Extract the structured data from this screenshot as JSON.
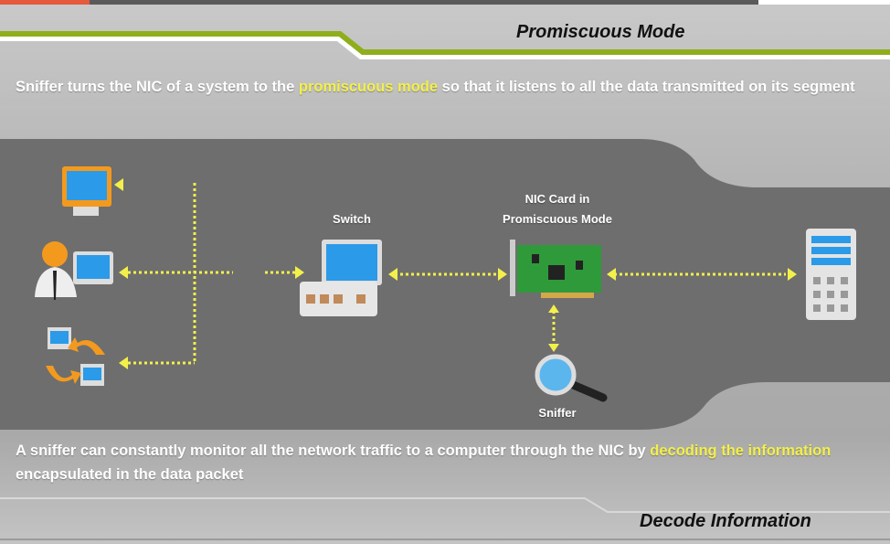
{
  "header": {
    "title": "Promiscuous Mode"
  },
  "intro": {
    "text_before": "Sniffer turns the NIC of a system to the ",
    "highlight": "promiscuous mode",
    "text_after": " so that it listens to all the data transmitted on its segment"
  },
  "diagram": {
    "switch_label": "Switch",
    "nic_label_line1": "NIC Card in",
    "nic_label_line2": "Promiscuous Mode",
    "sniffer_label": "Sniffer"
  },
  "footer_text": {
    "text_before": "A sniffer can constantly monitor all the network traffic to a computer through the NIC by ",
    "highlight": "decoding the information",
    "text_after": " encapsulated in the data packet"
  },
  "footer": {
    "title": "Decode Information"
  },
  "colors": {
    "accent": "#f3f04a",
    "green": "#8fae1b",
    "band": "#6e6e6e"
  }
}
